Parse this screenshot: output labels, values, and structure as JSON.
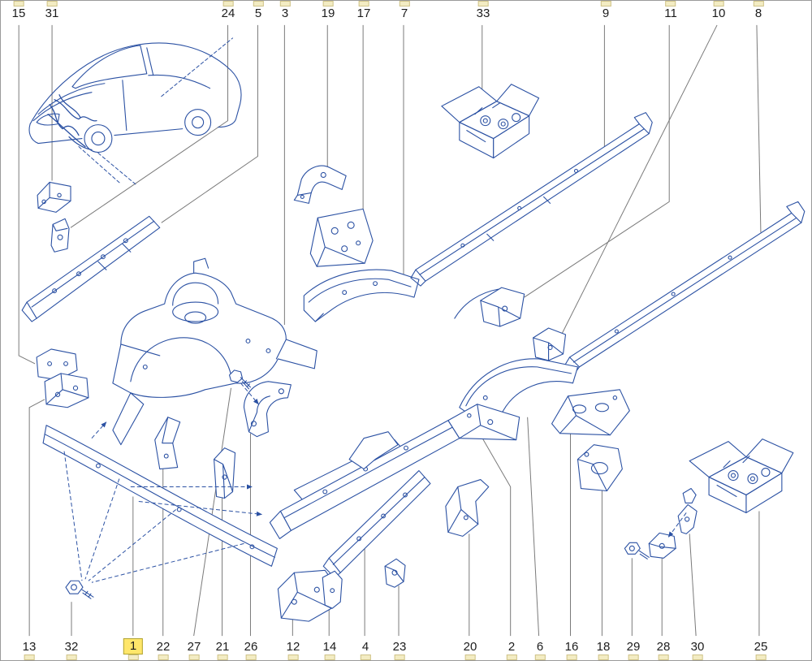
{
  "colors": {
    "part_line": "#2b51a3",
    "leader_line": "#7a7a7a",
    "selected_highlight": "#ffe66a",
    "callout_tick_fill": "#f3ecc3",
    "callout_tick_border": "#cfc389"
  },
  "callouts": {
    "selected_label": "1",
    "top": [
      {
        "label": "15"
      },
      {
        "label": "31"
      },
      {
        "label": "24"
      },
      {
        "label": "5"
      },
      {
        "label": "3"
      },
      {
        "label": "19"
      },
      {
        "label": "17"
      },
      {
        "label": "7"
      },
      {
        "label": "33"
      },
      {
        "label": "9"
      },
      {
        "label": "11"
      },
      {
        "label": "10"
      },
      {
        "label": "8"
      }
    ],
    "bottom": [
      {
        "label": "13"
      },
      {
        "label": "32"
      },
      {
        "label": "1"
      },
      {
        "label": "22"
      },
      {
        "label": "27"
      },
      {
        "label": "21"
      },
      {
        "label": "26"
      },
      {
        "label": "12"
      },
      {
        "label": "14"
      },
      {
        "label": "4"
      },
      {
        "label": "23"
      },
      {
        "label": "20"
      },
      {
        "label": "2"
      },
      {
        "label": "6"
      },
      {
        "label": "16"
      },
      {
        "label": "18"
      },
      {
        "label": "29"
      },
      {
        "label": "28"
      },
      {
        "label": "30"
      },
      {
        "label": "25"
      }
    ]
  }
}
